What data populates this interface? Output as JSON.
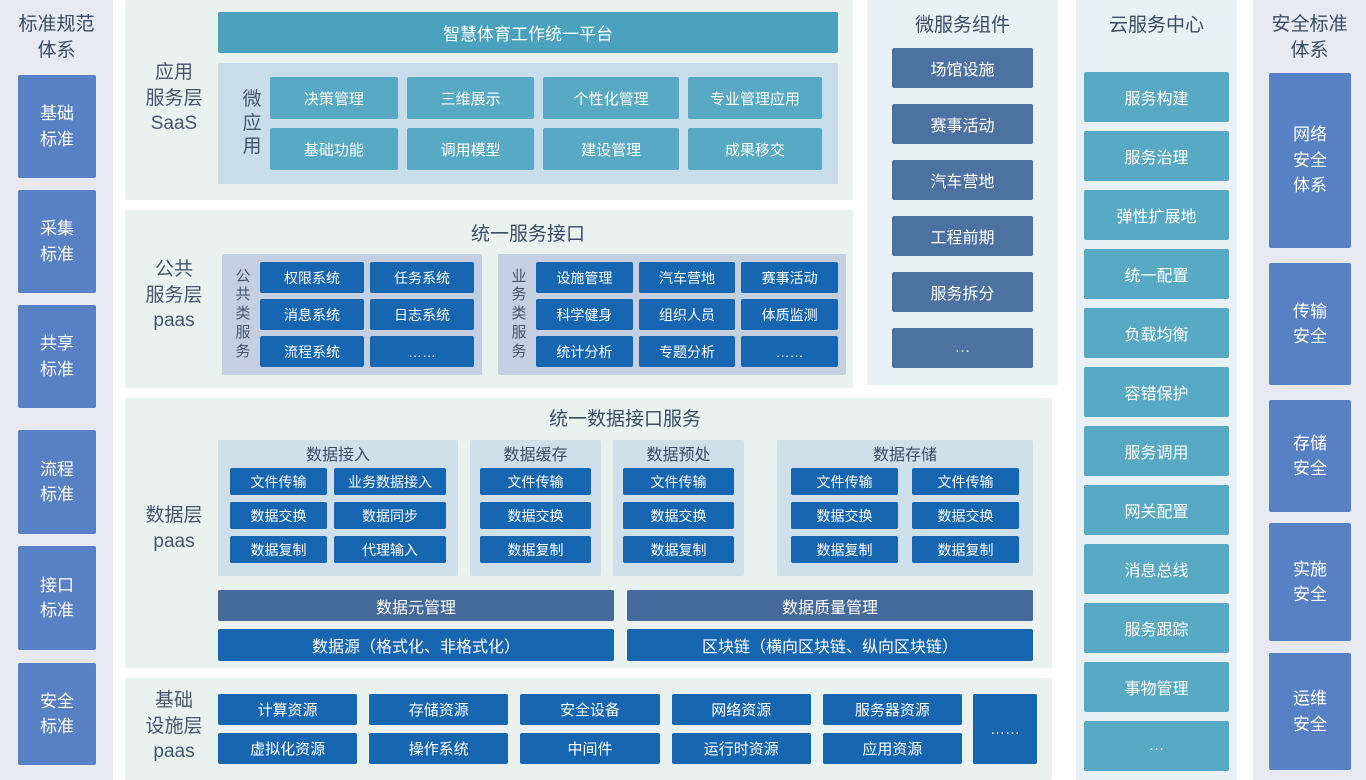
{
  "colors": {
    "teal": "#58a9c3",
    "teal_header": "#4ba2be",
    "dark_blue": "#1766b2",
    "slate_blue": "#4d72a2",
    "slate_bar": "#44699a",
    "sidebar_blue": "#5781c4",
    "section_bg": "#eaf2ef",
    "column_bg": "#e7f1f6",
    "sidebar_bg": "#e7eaf3",
    "micro_container_bg": "#c8dde9",
    "service_group_bg": "#c4cfe1",
    "data_group_bg": "#cfe0eb"
  },
  "standards_sidebar": {
    "title": "标准规范\n体系",
    "items": [
      "基础\n标准",
      "采集\n标准",
      "共享\n标准",
      "流程\n标准",
      "接口\n标准",
      "安全\n标准"
    ]
  },
  "layers": {
    "app": {
      "label": "应用\n服务层\nSaaS",
      "platform_header": "智慧体育工作统一平台",
      "micro_label": "微\n应\n用",
      "apps": [
        "决策管理",
        "三维展示",
        "个性化管理",
        "专业管理应用",
        "基础功能",
        "调用模型",
        "建设管理",
        "成果移交"
      ]
    },
    "public": {
      "label": "公共\n服务层\npaas",
      "header": "统一服务接口",
      "groups": [
        {
          "label": "公\n共\n类\n服\n务",
          "items": [
            "权限系统",
            "任务系统",
            "消息系统",
            "日志系统",
            "流程系统",
            "……"
          ]
        },
        {
          "label": "业\n务\n类\n服\n务",
          "items": [
            "设施管理",
            "汽车营地",
            "赛事活动",
            "科学健身",
            "组织人员",
            "体质监测",
            "统计分析",
            "专题分析",
            "……"
          ]
        }
      ]
    },
    "data": {
      "label": "数据层\npaas",
      "header": "统一数据接口服务",
      "groups": [
        {
          "title": "数据接入",
          "items": [
            "文件传输",
            "业务数据接入",
            "数据交换",
            "数据同步",
            "数据复制",
            "代理输入"
          ]
        },
        {
          "title": "数据缓存",
          "items": [
            "文件传输",
            "数据交换",
            "数据复制"
          ]
        },
        {
          "title": "数据预处",
          "items": [
            "文件传输",
            "数据交换",
            "数据复制"
          ]
        },
        {
          "title": "数据存储",
          "items": [
            "文件传输",
            "文件传输",
            "数据交换",
            "数据交换",
            "数据复制",
            "数据复制"
          ]
        }
      ],
      "meta_bar": "数据元管理",
      "quality_bar": "数据质量管理",
      "source_bar": "数据源（格式化、非格式化）",
      "blockchain_bar": "区块链（横向区块链、纵向区块链）"
    },
    "infra": {
      "label": "基础\n设施层\npaas",
      "items": [
        "计算资源",
        "存储资源",
        "安全设备",
        "网络资源",
        "服务器资源",
        "虚拟化资源",
        "操作系统",
        "中间件",
        "运行时资源",
        "应用资源"
      ],
      "more": "……"
    }
  },
  "microservices": {
    "title": "微服务组件",
    "items": [
      "场馆设施",
      "赛事活动",
      "汽车营地",
      "工程前期",
      "服务拆分",
      "…"
    ]
  },
  "cloud": {
    "title": "云服务中心",
    "items": [
      "服务构建",
      "服务治理",
      "弹性扩展地",
      "统一配置",
      "负载均衡",
      "容错保护",
      "服务调用",
      "网关配置",
      "消息总线",
      "服务跟踪",
      "事物管理",
      "…"
    ]
  },
  "security_sidebar": {
    "title": "安全标准\n体系",
    "items": [
      "网络\n安全\n体系",
      "传输\n安全",
      "存储\n安全",
      "实施\n安全",
      "运维\n安全"
    ]
  }
}
